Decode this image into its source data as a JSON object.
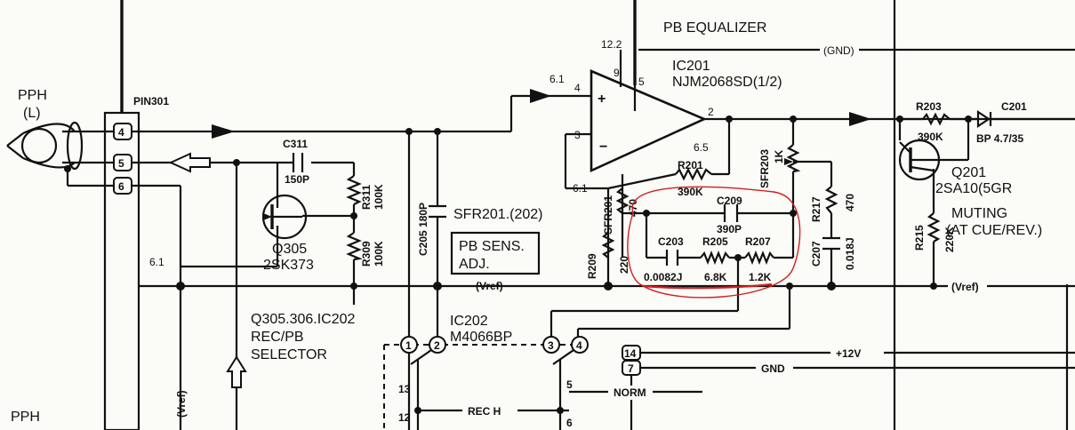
{
  "title": "PB EQUALIZER",
  "left": {
    "pph_l": [
      "PPH",
      "(L)"
    ],
    "pph_r": "PPH",
    "pin_header": "PIN301",
    "pins": [
      "4",
      "5",
      "6"
    ],
    "node_61": "6.1"
  },
  "q305": {
    "c311_ref": "C311",
    "c311_val": "150P",
    "r311_ref": "R311",
    "r311_val": "100K",
    "r309_ref": "R309",
    "r309_val": "100K",
    "ref": "Q305",
    "part": "2SK373",
    "selector": [
      "Q305.306.IC202",
      "REC/PB",
      "SELECTOR"
    ]
  },
  "middle": {
    "c205": "C205 180P",
    "sfr_label": "SFR201.(202)",
    "pb_sens": [
      "PB SENS.",
      "ADJ."
    ],
    "ic202_ref": "IC202",
    "ic202_part": "M4066BP",
    "vref_label": "(Vref)",
    "vref_vertical": "(Vref)",
    "switch_pins": [
      "1",
      "2",
      "3",
      "4"
    ],
    "rail_pins": [
      "14",
      "7"
    ],
    "switch_nums": [
      "13",
      "12",
      "5",
      "6"
    ],
    "rec_h": "REC H",
    "norm": "NORM",
    "plus12v": "+12V",
    "gnd": "GND"
  },
  "opamp": {
    "ref": "IC201",
    "part": "NJM2068SD(1/2)",
    "pin_plus": "4",
    "pin_minus": "3",
    "pin_out": "2",
    "pin_vcc": "9",
    "pin_gnd": "5",
    "v_plus": "6.1",
    "v_minus": "6.1",
    "v_out": "6.5",
    "v_vcc": "12.2",
    "plus_sign": "+",
    "minus_sign": "−",
    "gnd_label": "(GND)"
  },
  "feedback": {
    "r201_ref": "R201",
    "r201_val": "390K",
    "sfr201_ref": "SFR201",
    "sfr201_val": "470",
    "r209_ref": "R209",
    "r209_val": "220",
    "c209_ref": "C209",
    "c209_val": "390P",
    "c203_ref": "C203",
    "c203_val": "0.0082J",
    "r205_ref": "R205",
    "r205_val": "6.8K",
    "r207_ref": "R207",
    "r207_val": "1.2K",
    "sfr203_ref": "SFR203",
    "sfr203_val": "1K",
    "r217_ref": "R217",
    "r217_val": "470",
    "c207_ref": "C207",
    "c207_val": "0.018J"
  },
  "right": {
    "r203_ref": "R203",
    "r203_val": "390K",
    "c201_ref": "C201",
    "c201_val": "BP 4.7/35",
    "q201_ref": "Q201",
    "q201_part": "2SA10(5GR",
    "r215_ref": "R215",
    "r215_val": "220K",
    "muting": [
      "MUTING",
      "(AT CUE/REV.)"
    ],
    "vref_label": "(Vref)"
  },
  "colors": {
    "ink": "#111111",
    "paper": "#fbfbf7",
    "annotation": "#cc2222"
  }
}
